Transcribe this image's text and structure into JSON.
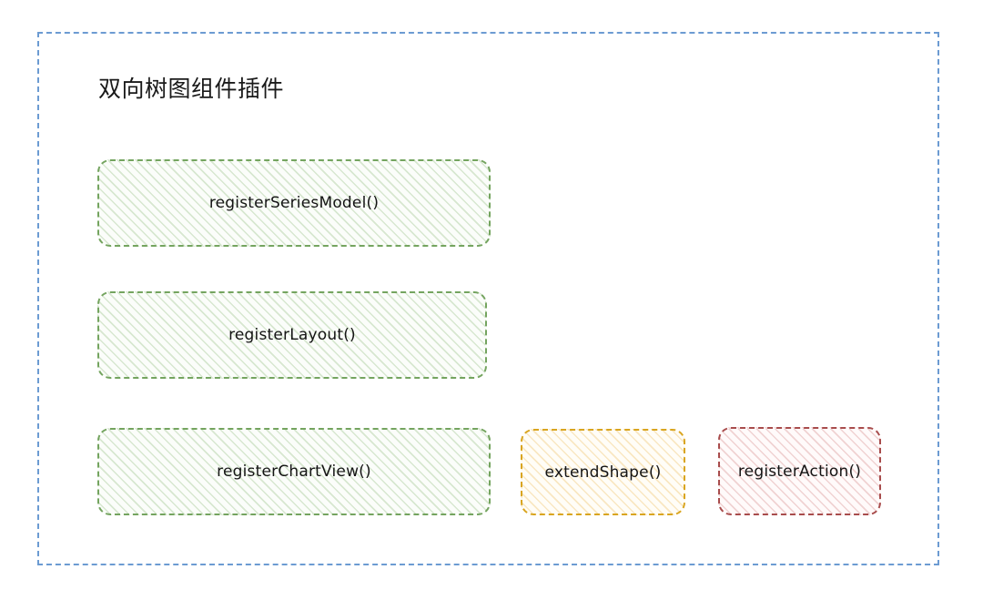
{
  "diagram": {
    "title": "双向树图组件插件",
    "frame": {
      "name": "plugin-container",
      "border_color": "#6C9BD2",
      "border_style": "dashed"
    },
    "nodes": [
      {
        "id": "series-model",
        "label": "registerSeriesModel()",
        "color": "#74A45F",
        "fill": "#fbfdfa",
        "style": "dashed-hatched",
        "group": "green"
      },
      {
        "id": "layout",
        "label": "registerLayout()",
        "color": "#74A45F",
        "fill": "#fbfdfa",
        "style": "dashed-hatched",
        "group": "green"
      },
      {
        "id": "chart-view",
        "label": "registerChartView()",
        "color": "#74A45F",
        "fill": "#fbfdfa",
        "style": "dashed-hatched",
        "group": "green"
      },
      {
        "id": "extend-shape",
        "label": "extendShape()",
        "color": "#D9A520",
        "fill": "#fffdf7",
        "style": "dashed-hatched",
        "group": "orange"
      },
      {
        "id": "register-action",
        "label": "registerAction()",
        "color": "#A84C4C",
        "fill": "#fffafa",
        "style": "dashed-hatched",
        "group": "red"
      }
    ]
  }
}
